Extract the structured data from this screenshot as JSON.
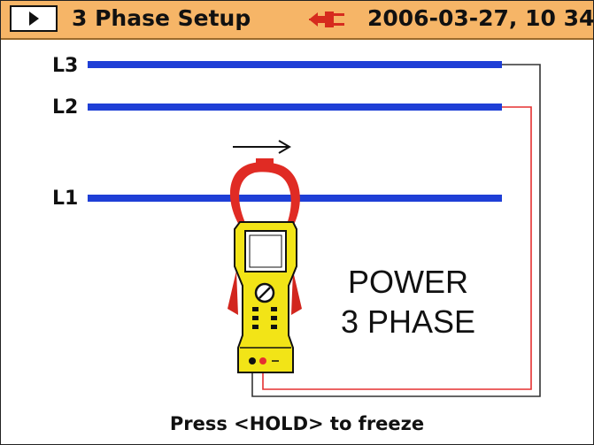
{
  "header": {
    "title": "3 Phase Setup",
    "datetime": "2006-03-27, 10 34",
    "menu_icon": "play-triangle-icon",
    "power_icon": "plug-icon",
    "background_color": "#f6b567"
  },
  "diagram": {
    "phases": [
      {
        "label": "L3",
        "color": "#1f3fd6"
      },
      {
        "label": "L2",
        "color": "#1f3fd6"
      },
      {
        "label": "L1",
        "color": "#1f3fd6"
      }
    ],
    "current_direction_icon": "arrow-right-icon",
    "clamp_meter_icon": "clamp-meter-icon",
    "lead_colors": {
      "black": "#333333",
      "red": "#e53030"
    },
    "mode_text": {
      "line1": "POWER",
      "line2": "3 PHASE"
    }
  },
  "footer": {
    "instruction": "Press <HOLD> to freeze"
  }
}
